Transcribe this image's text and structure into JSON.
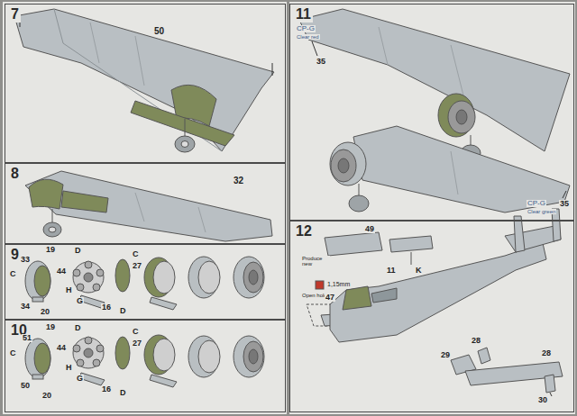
{
  "diagram": {
    "nodes": [
      {
        "text": [
          "7"
        ]
      },
      {
        "text": [
          "8"
        ]
      },
      {
        "text": [
          "9"
        ]
      },
      {
        "text": [
          "10"
        ]
      },
      {
        "text": [
          "11"
        ]
      },
      {
        "text": [
          "12"
        ]
      }
    ],
    "labels": [
      "50",
      "32",
      "19",
      "33",
      "C",
      "D",
      "44",
      "C",
      "27",
      "H",
      "G",
      "34",
      "20",
      "16",
      "D",
      "19",
      "51",
      "D",
      "44",
      "C",
      "27",
      "C",
      "H",
      "G",
      "50",
      "20",
      "16",
      "D",
      "CP-G",
      "Clear red",
      "35",
      "CP-G",
      "Clear green",
      "35",
      "49",
      "Produce new",
      "1,15mm",
      "Open hole",
      "11",
      "K",
      "47",
      "29",
      "28",
      "28",
      "30"
    ]
  }
}
